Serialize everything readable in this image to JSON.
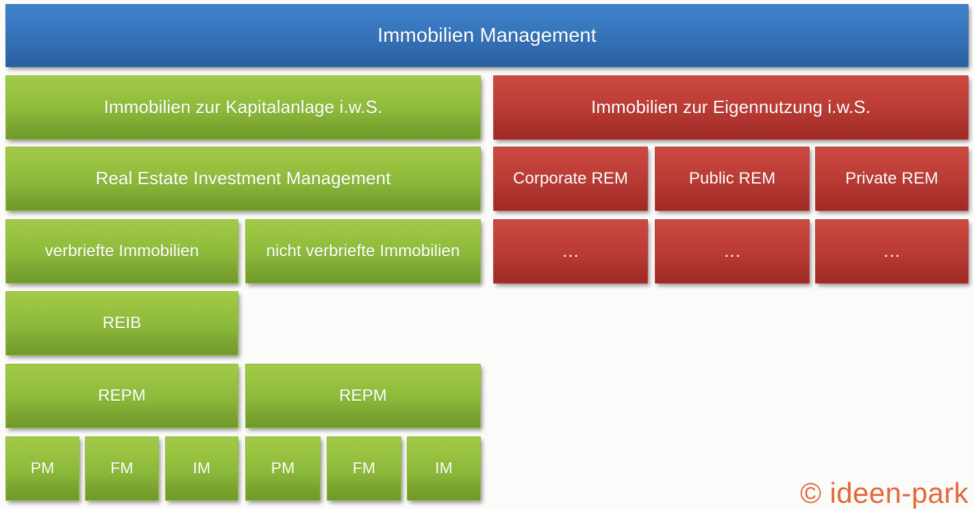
{
  "diagram": {
    "title": "Immobilien Management",
    "background_color": "#fbfbfa",
    "colors": {
      "blue_top": "#3f82c9",
      "blue_bottom": "#2a5f9e",
      "green_top": "#a2c949",
      "green_bottom": "#6f9a2a",
      "red_top": "#cb4a42",
      "red_bottom": "#9f2a26",
      "logo_orange": "#e2683a",
      "text": "#ffffff"
    },
    "header": {
      "label": "Immobilien Management"
    },
    "left_branch": {
      "level1": {
        "label": "Immobilien zur Kapitalanlage i.w.S."
      },
      "level2": {
        "label": "Real Estate Investment Management"
      },
      "level3": [
        {
          "label": "verbriefte Immobilien"
        },
        {
          "label": "nicht verbriefte Immobilien"
        }
      ],
      "level4": [
        {
          "label": "REIB"
        }
      ],
      "level5": [
        {
          "label": "REPM"
        },
        {
          "label": "REPM"
        }
      ],
      "level6": [
        {
          "label": "PM"
        },
        {
          "label": "FM"
        },
        {
          "label": "IM"
        },
        {
          "label": "PM"
        },
        {
          "label": "FM"
        },
        {
          "label": "IM"
        }
      ]
    },
    "right_branch": {
      "level1": {
        "label": "Immobilien zur Eigennutzung i.w.S."
      },
      "level2": [
        {
          "label": "Corporate REM"
        },
        {
          "label": "Public REM"
        },
        {
          "label": "Private REM"
        }
      ],
      "level3": [
        {
          "label": "…"
        },
        {
          "label": "…"
        },
        {
          "label": "…"
        }
      ]
    },
    "footer": {
      "copyright": "© ideen-park"
    }
  }
}
